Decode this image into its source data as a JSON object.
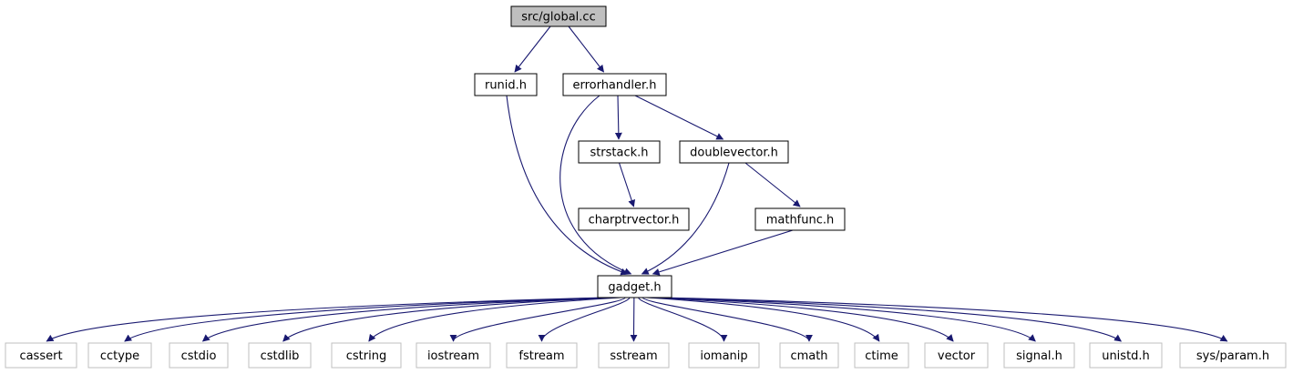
{
  "graph": {
    "type": "include-dependency-graph",
    "colors": {
      "edge": "#191970",
      "root_fill": "#bfbfbf",
      "node_border": "#000000",
      "system_border": "#bfbfbf"
    },
    "nodes": [
      {
        "id": "global",
        "label": "src/global.cc",
        "kind": "root"
      },
      {
        "id": "runid",
        "label": "runid.h",
        "kind": "header"
      },
      {
        "id": "errorhandler",
        "label": "errorhandler.h",
        "kind": "header"
      },
      {
        "id": "strstack",
        "label": "strstack.h",
        "kind": "header"
      },
      {
        "id": "doublevector",
        "label": "doublevector.h",
        "kind": "header"
      },
      {
        "id": "charptrvector",
        "label": "charptrvector.h",
        "kind": "header"
      },
      {
        "id": "mathfunc",
        "label": "mathfunc.h",
        "kind": "header"
      },
      {
        "id": "gadget",
        "label": "gadget.h",
        "kind": "header"
      },
      {
        "id": "cassert",
        "label": "cassert",
        "kind": "system"
      },
      {
        "id": "cctype",
        "label": "cctype",
        "kind": "system"
      },
      {
        "id": "cstdio",
        "label": "cstdio",
        "kind": "system"
      },
      {
        "id": "cstdlib",
        "label": "cstdlib",
        "kind": "system"
      },
      {
        "id": "cstring",
        "label": "cstring",
        "kind": "system"
      },
      {
        "id": "iostream",
        "label": "iostream",
        "kind": "system"
      },
      {
        "id": "fstream",
        "label": "fstream",
        "kind": "system"
      },
      {
        "id": "sstream",
        "label": "sstream",
        "kind": "system"
      },
      {
        "id": "iomanip",
        "label": "iomanip",
        "kind": "system"
      },
      {
        "id": "cmath",
        "label": "cmath",
        "kind": "system"
      },
      {
        "id": "ctime",
        "label": "ctime",
        "kind": "system"
      },
      {
        "id": "vector",
        "label": "vector",
        "kind": "system"
      },
      {
        "id": "signal",
        "label": "signal.h",
        "kind": "system"
      },
      {
        "id": "unistd",
        "label": "unistd.h",
        "kind": "system"
      },
      {
        "id": "sysparam",
        "label": "sys/param.h",
        "kind": "system"
      }
    ],
    "edges": [
      [
        "global",
        "runid"
      ],
      [
        "global",
        "errorhandler"
      ],
      [
        "runid",
        "gadget"
      ],
      [
        "errorhandler",
        "gadget"
      ],
      [
        "errorhandler",
        "strstack"
      ],
      [
        "errorhandler",
        "doublevector"
      ],
      [
        "strstack",
        "charptrvector"
      ],
      [
        "doublevector",
        "gadget"
      ],
      [
        "doublevector",
        "mathfunc"
      ],
      [
        "mathfunc",
        "gadget"
      ],
      [
        "gadget",
        "cassert"
      ],
      [
        "gadget",
        "cctype"
      ],
      [
        "gadget",
        "cstdio"
      ],
      [
        "gadget",
        "cstdlib"
      ],
      [
        "gadget",
        "cstring"
      ],
      [
        "gadget",
        "iostream"
      ],
      [
        "gadget",
        "fstream"
      ],
      [
        "gadget",
        "sstream"
      ],
      [
        "gadget",
        "iomanip"
      ],
      [
        "gadget",
        "cmath"
      ],
      [
        "gadget",
        "ctime"
      ],
      [
        "gadget",
        "vector"
      ],
      [
        "gadget",
        "signal"
      ],
      [
        "gadget",
        "unistd"
      ],
      [
        "gadget",
        "sysparam"
      ]
    ]
  }
}
